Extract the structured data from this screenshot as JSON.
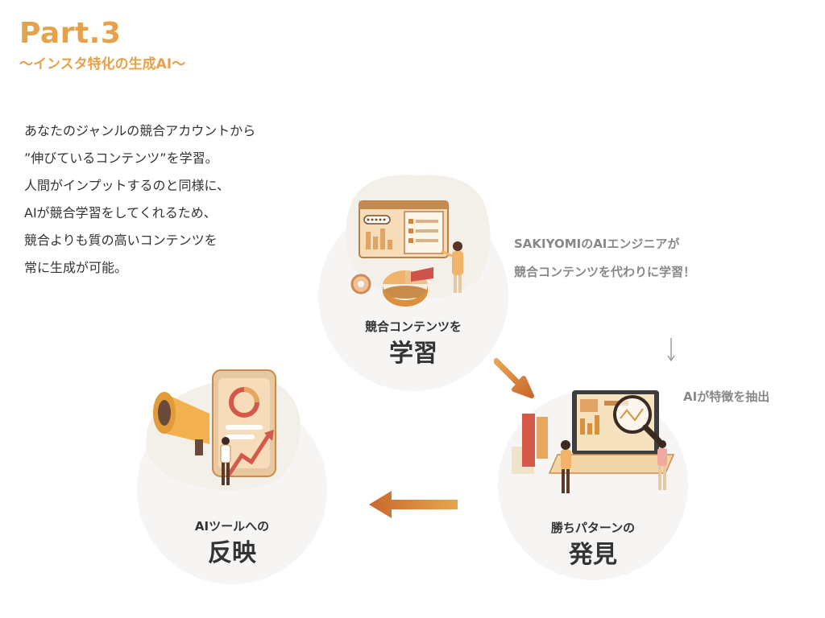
{
  "header": {
    "title": "Part.3",
    "subtitle": "〜インスタ特化の生成AI〜"
  },
  "intro": {
    "lines": [
      "あなたのジャンルの競合アカウントから",
      "”伸びているコンテンツ”を学習。",
      "人間がインプットするのと同様に、",
      "AIが競合学習をしてくれるため、",
      "競合よりも質の高いコンテンツを",
      "常に生成が可能。"
    ]
  },
  "notes": {
    "engineer_line1": "SAKIYOMIのAIエンジニアが",
    "engineer_line2": "競合コンテンツを代わりに学習！",
    "extract": "AIが特徴を抽出"
  },
  "steps": [
    {
      "sub": "競合コンテンツを",
      "main": "学習"
    },
    {
      "sub": "勝ちパターンの",
      "main": "発見"
    },
    {
      "sub": "AIツールへの",
      "main": "反映"
    }
  ],
  "colors": {
    "accent": "#E6A24A",
    "arrow_start": "#C9682D",
    "arrow_end": "#E9A54F",
    "circle_bg": "#f6f5f3",
    "text": "#333333",
    "note_text": "#888888"
  },
  "icons": [
    "learning-illustration-icon",
    "analysis-illustration-icon",
    "megaphone-illustration-icon",
    "down-arrow-icon",
    "cycle-arrow-icon"
  ]
}
